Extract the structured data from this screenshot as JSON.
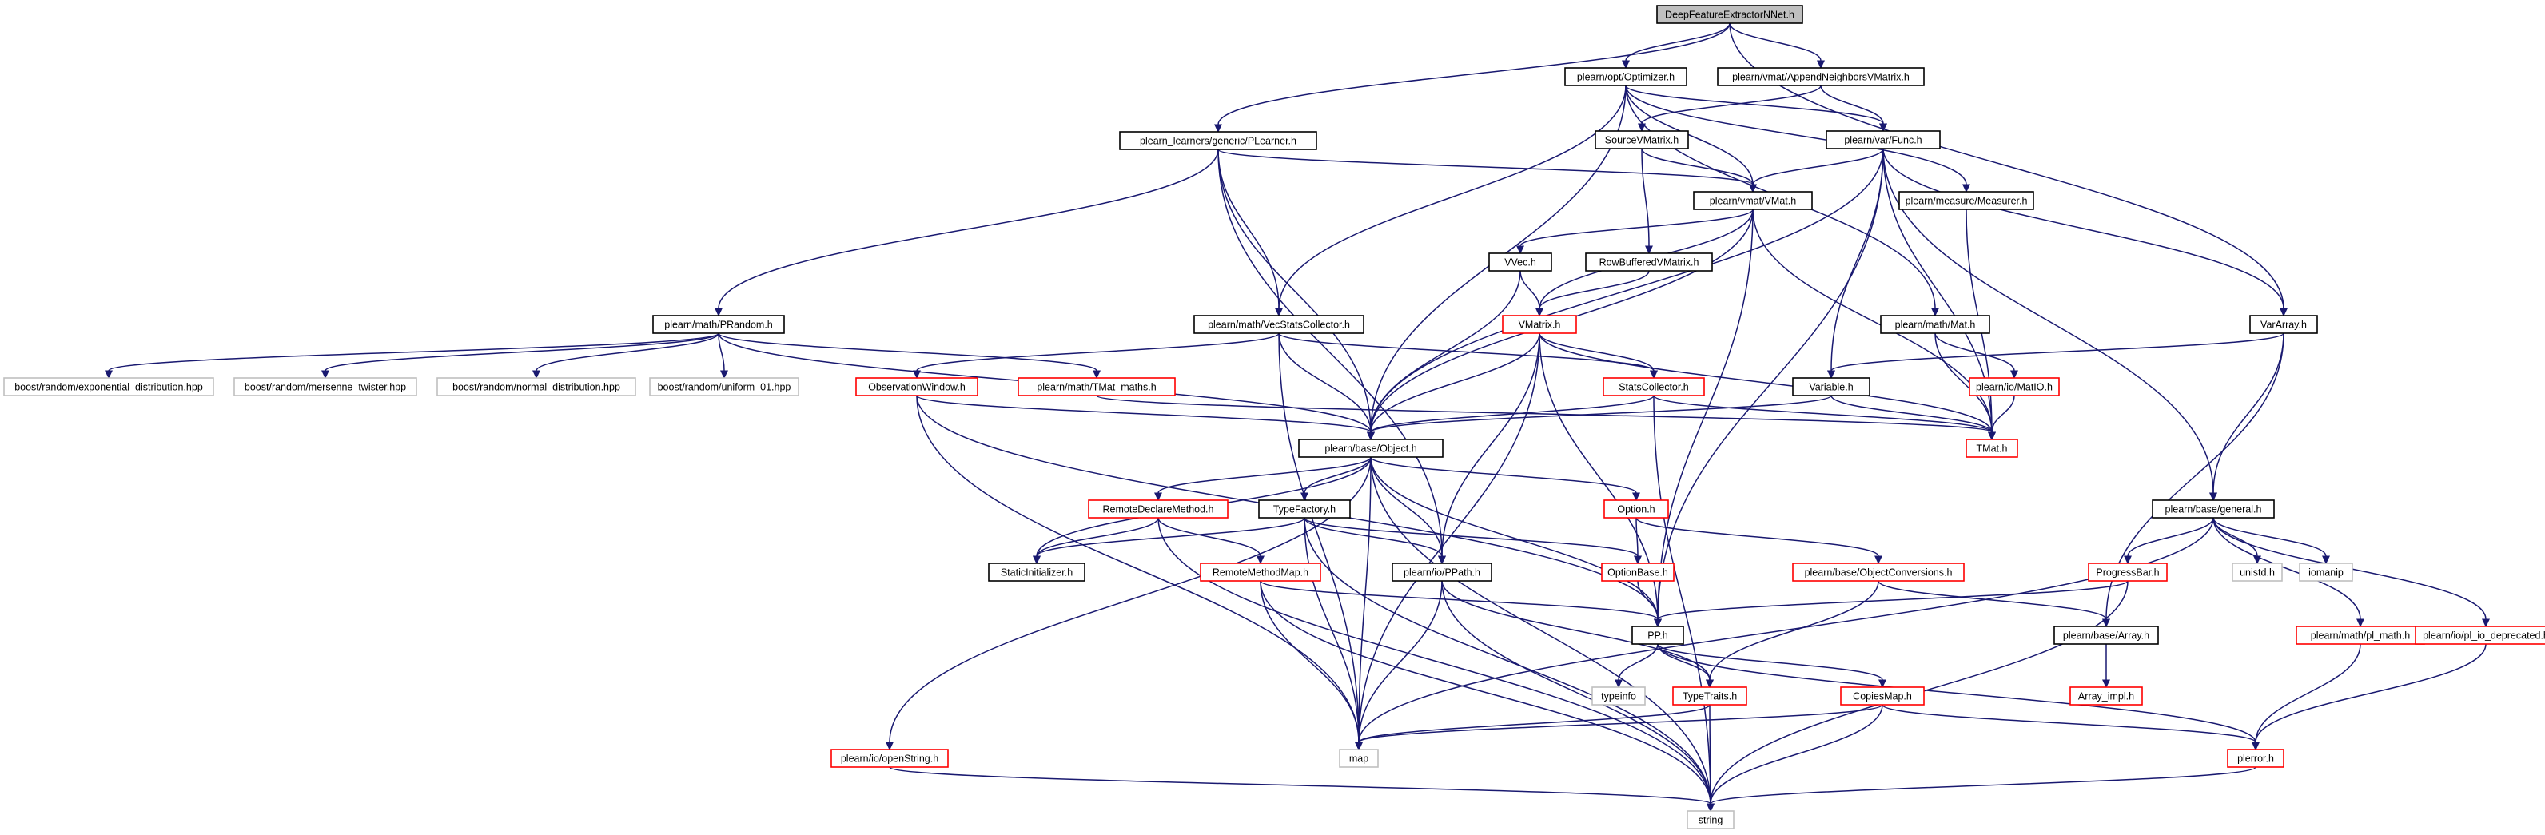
{
  "diagram": {
    "root": "n0",
    "colors": {
      "root_fill": "#bfbfbf",
      "documented_border": "#000000",
      "undocumented_border": "#ff0000",
      "external_border": "#bfbfbf",
      "fill": "#ffffff",
      "edge": "#191970"
    },
    "nodes": [
      {
        "id": "n0",
        "label": "DeepFeatureExtractorNNet.h",
        "kind": "root"
      },
      {
        "id": "n1",
        "label": "plearn/opt/Optimizer.h",
        "kind": "documented"
      },
      {
        "id": "n2",
        "label": "plearn/vmat/AppendNeighborsVMatrix.h",
        "kind": "documented"
      },
      {
        "id": "n3",
        "label": "plearn_learners/generic/PLearner.h",
        "kind": "documented"
      },
      {
        "id": "n4",
        "label": "SourceVMatrix.h",
        "kind": "documented"
      },
      {
        "id": "n5",
        "label": "plearn/var/Func.h",
        "kind": "documented"
      },
      {
        "id": "n6",
        "label": "plearn/vmat/VMat.h",
        "kind": "documented"
      },
      {
        "id": "n7",
        "label": "plearn/measure/Measurer.h",
        "kind": "documented"
      },
      {
        "id": "n8",
        "label": "VVec.h",
        "kind": "documented"
      },
      {
        "id": "n9",
        "label": "RowBufferedVMatrix.h",
        "kind": "documented"
      },
      {
        "id": "n10",
        "label": "plearn/math/PRandom.h",
        "kind": "documented"
      },
      {
        "id": "n11",
        "label": "plearn/math/VecStatsCollector.h",
        "kind": "documented"
      },
      {
        "id": "n12",
        "label": "VMatrix.h",
        "kind": "undocumented"
      },
      {
        "id": "n13",
        "label": "plearn/math/Mat.h",
        "kind": "documented"
      },
      {
        "id": "n14",
        "label": "VarArray.h",
        "kind": "documented"
      },
      {
        "id": "n15",
        "label": "boost/random/exponential_distribution.hpp",
        "kind": "external"
      },
      {
        "id": "n16",
        "label": "boost/random/mersenne_twister.hpp",
        "kind": "external"
      },
      {
        "id": "n17",
        "label": "boost/random/normal_distribution.hpp",
        "kind": "external"
      },
      {
        "id": "n18",
        "label": "boost/random/uniform_01.hpp",
        "kind": "external"
      },
      {
        "id": "n19",
        "label": "ObservationWindow.h",
        "kind": "undocumented"
      },
      {
        "id": "n20",
        "label": "plearn/math/TMat_maths.h",
        "kind": "undocumented"
      },
      {
        "id": "n21",
        "label": "StatsCollector.h",
        "kind": "undocumented"
      },
      {
        "id": "n22",
        "label": "plearn/io/MatIO.h",
        "kind": "undocumented"
      },
      {
        "id": "n23",
        "label": "Variable.h",
        "kind": "documented"
      },
      {
        "id": "n24",
        "label": "TMat.h",
        "kind": "undocumented"
      },
      {
        "id": "n25",
        "label": "plearn/base/Object.h",
        "kind": "documented"
      },
      {
        "id": "n26",
        "label": "RemoteDeclareMethod.h",
        "kind": "undocumented"
      },
      {
        "id": "n27",
        "label": "TypeFactory.h",
        "kind": "documented"
      },
      {
        "id": "n28",
        "label": "Option.h",
        "kind": "undocumented"
      },
      {
        "id": "n29",
        "label": "plearn/base/general.h",
        "kind": "documented"
      },
      {
        "id": "n30",
        "label": "StaticInitializer.h",
        "kind": "documented"
      },
      {
        "id": "n31",
        "label": "RemoteMethodMap.h",
        "kind": "undocumented"
      },
      {
        "id": "n32",
        "label": "plearn/io/PPath.h",
        "kind": "documented"
      },
      {
        "id": "n33",
        "label": "OptionBase.h",
        "kind": "undocumented"
      },
      {
        "id": "n34",
        "label": "plearn/base/ObjectConversions.h",
        "kind": "undocumented"
      },
      {
        "id": "n35",
        "label": "ProgressBar.h",
        "kind": "undocumented"
      },
      {
        "id": "n36",
        "label": "unistd.h",
        "kind": "external"
      },
      {
        "id": "n37",
        "label": "iomanip",
        "kind": "external"
      },
      {
        "id": "n38",
        "label": "plearn/math/pl_math.h",
        "kind": "undocumented"
      },
      {
        "id": "n39",
        "label": "plearn/io/pl_io_deprecated.h",
        "kind": "undocumented"
      },
      {
        "id": "n40",
        "label": "PP.h",
        "kind": "documented"
      },
      {
        "id": "n41",
        "label": "plearn/base/Array.h",
        "kind": "documented"
      },
      {
        "id": "n42",
        "label": "typeinfo",
        "kind": "external"
      },
      {
        "id": "n43",
        "label": "TypeTraits.h",
        "kind": "undocumented"
      },
      {
        "id": "n44",
        "label": "CopiesMap.h",
        "kind": "undocumented"
      },
      {
        "id": "n45",
        "label": "Array_impl.h",
        "kind": "undocumented"
      },
      {
        "id": "n46",
        "label": "plearn/io/openString.h",
        "kind": "undocumented"
      },
      {
        "id": "n47",
        "label": "map",
        "kind": "external"
      },
      {
        "id": "n48",
        "label": "plerror.h",
        "kind": "undocumented"
      },
      {
        "id": "n49",
        "label": "string",
        "kind": "external"
      }
    ],
    "edges": [
      [
        "n0",
        "n1"
      ],
      [
        "n0",
        "n2"
      ],
      [
        "n0",
        "n3"
      ],
      [
        "n0",
        "n14"
      ],
      [
        "n1",
        "n5"
      ],
      [
        "n1",
        "n6"
      ],
      [
        "n1",
        "n7"
      ],
      [
        "n1",
        "n11"
      ],
      [
        "n1",
        "n13"
      ],
      [
        "n1",
        "n25"
      ],
      [
        "n2",
        "n4"
      ],
      [
        "n2",
        "n5"
      ],
      [
        "n3",
        "n6"
      ],
      [
        "n3",
        "n10"
      ],
      [
        "n3",
        "n11"
      ],
      [
        "n3",
        "n25"
      ],
      [
        "n3",
        "n32"
      ],
      [
        "n4",
        "n6"
      ],
      [
        "n4",
        "n9"
      ],
      [
        "n5",
        "n6"
      ],
      [
        "n5",
        "n14"
      ],
      [
        "n5",
        "n23"
      ],
      [
        "n5",
        "n24"
      ],
      [
        "n5",
        "n25"
      ],
      [
        "n5",
        "n29"
      ],
      [
        "n5",
        "n40"
      ],
      [
        "n6",
        "n8"
      ],
      [
        "n6",
        "n12"
      ],
      [
        "n6",
        "n24"
      ],
      [
        "n6",
        "n25"
      ],
      [
        "n6",
        "n40"
      ],
      [
        "n7",
        "n24"
      ],
      [
        "n8",
        "n12"
      ],
      [
        "n8",
        "n25"
      ],
      [
        "n9",
        "n12"
      ],
      [
        "n10",
        "n15"
      ],
      [
        "n10",
        "n16"
      ],
      [
        "n10",
        "n17"
      ],
      [
        "n10",
        "n18"
      ],
      [
        "n10",
        "n20"
      ],
      [
        "n10",
        "n25"
      ],
      [
        "n11",
        "n19"
      ],
      [
        "n11",
        "n21"
      ],
      [
        "n11",
        "n25"
      ],
      [
        "n11",
        "n47"
      ],
      [
        "n12",
        "n21"
      ],
      [
        "n12",
        "n24"
      ],
      [
        "n12",
        "n25"
      ],
      [
        "n12",
        "n32"
      ],
      [
        "n12",
        "n40"
      ],
      [
        "n12",
        "n47"
      ],
      [
        "n13",
        "n22"
      ],
      [
        "n13",
        "n24"
      ],
      [
        "n14",
        "n23"
      ],
      [
        "n14",
        "n29"
      ],
      [
        "n14",
        "n41"
      ],
      [
        "n19",
        "n25"
      ],
      [
        "n19",
        "n40"
      ],
      [
        "n19",
        "n47"
      ],
      [
        "n20",
        "n24"
      ],
      [
        "n21",
        "n24"
      ],
      [
        "n21",
        "n25"
      ],
      [
        "n21",
        "n49"
      ],
      [
        "n22",
        "n24"
      ],
      [
        "n23",
        "n24"
      ],
      [
        "n23",
        "n25"
      ],
      [
        "n25",
        "n26"
      ],
      [
        "n25",
        "n27"
      ],
      [
        "n25",
        "n28"
      ],
      [
        "n25",
        "n30"
      ],
      [
        "n25",
        "n32"
      ],
      [
        "n25",
        "n40"
      ],
      [
        "n25",
        "n46"
      ],
      [
        "n25",
        "n47"
      ],
      [
        "n25",
        "n49"
      ],
      [
        "n26",
        "n30"
      ],
      [
        "n26",
        "n31"
      ],
      [
        "n26",
        "n49"
      ],
      [
        "n27",
        "n30"
      ],
      [
        "n27",
        "n32"
      ],
      [
        "n27",
        "n33"
      ],
      [
        "n27",
        "n47"
      ],
      [
        "n27",
        "n49"
      ],
      [
        "n28",
        "n33"
      ],
      [
        "n28",
        "n34"
      ],
      [
        "n29",
        "n35"
      ],
      [
        "n29",
        "n36"
      ],
      [
        "n29",
        "n37"
      ],
      [
        "n29",
        "n38"
      ],
      [
        "n29",
        "n39"
      ],
      [
        "n29",
        "n47"
      ],
      [
        "n31",
        "n40"
      ],
      [
        "n31",
        "n47"
      ],
      [
        "n31",
        "n49"
      ],
      [
        "n32",
        "n43"
      ],
      [
        "n32",
        "n47"
      ],
      [
        "n32",
        "n49"
      ],
      [
        "n33",
        "n40"
      ],
      [
        "n34",
        "n41"
      ],
      [
        "n34",
        "n43"
      ],
      [
        "n35",
        "n40"
      ],
      [
        "n35",
        "n49"
      ],
      [
        "n38",
        "n48"
      ],
      [
        "n39",
        "n48"
      ],
      [
        "n40",
        "n42"
      ],
      [
        "n40",
        "n43"
      ],
      [
        "n40",
        "n44"
      ],
      [
        "n40",
        "n48"
      ],
      [
        "n41",
        "n45"
      ],
      [
        "n43",
        "n47"
      ],
      [
        "n43",
        "n49"
      ],
      [
        "n44",
        "n47"
      ],
      [
        "n44",
        "n48"
      ],
      [
        "n44",
        "n49"
      ],
      [
        "n46",
        "n49"
      ],
      [
        "n48",
        "n49"
      ]
    ]
  }
}
